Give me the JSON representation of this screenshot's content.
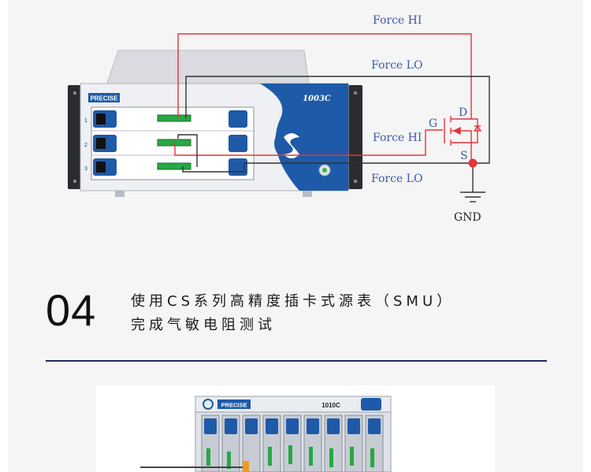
{
  "diagram": {
    "labels": {
      "force_hi_top": "Force HI",
      "force_lo_top": "Force LO",
      "force_hi_mid": "Force HI",
      "force_lo_bot": "Force LO",
      "gnd": "GND",
      "pin_d": "D",
      "pin_g": "G",
      "pin_s": "S"
    },
    "instrument": {
      "brand": "PRECISE",
      "model": "1003C",
      "slots": [
        "1",
        "2",
        "3"
      ]
    },
    "colors": {
      "force_hi": "#e4353b",
      "force_lo": "#333333",
      "label": "#3c5aa6",
      "node": "#e4353b"
    }
  },
  "step": {
    "number": "04",
    "line1": "使用CS系列高精度插卡式源表（SMU）",
    "line2": "完成气敏电阻测试"
  },
  "photo": {
    "brand": "PRECISE",
    "model": "1010C"
  }
}
